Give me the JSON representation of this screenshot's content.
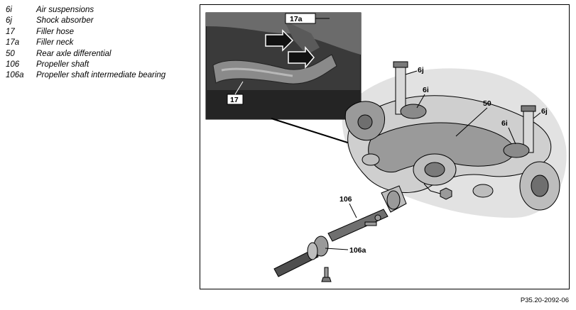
{
  "legend": [
    {
      "code": "6i",
      "description": "Air suspensions"
    },
    {
      "code": "6j",
      "description": "Shock absorber"
    },
    {
      "code": "17",
      "description": "Filler hose"
    },
    {
      "code": "17a",
      "description": "Filler neck"
    },
    {
      "code": "50",
      "description": "Rear axle differential"
    },
    {
      "code": "106",
      "description": "Propeller shaft"
    },
    {
      "code": "106a",
      "description": "Propeller shaft intermediate bearing"
    }
  ],
  "callouts": {
    "c17a": "17a",
    "c17": "17",
    "c6j_left": "6j",
    "c6i_left": "6i",
    "c50": "50",
    "c6i_right": "6i",
    "c6j_right": "6j",
    "c106": "106",
    "c106a": "106a"
  },
  "figure_reference": "P35.20-2092-06",
  "colors": {
    "line": "#000000",
    "halo": "#e2e2e2",
    "inset_bg": "#3a3a3a",
    "hose": "#8a8a8a",
    "metal_light": "#cfcfcf",
    "metal_mid": "#9a9a9a",
    "metal_dark": "#555555"
  }
}
